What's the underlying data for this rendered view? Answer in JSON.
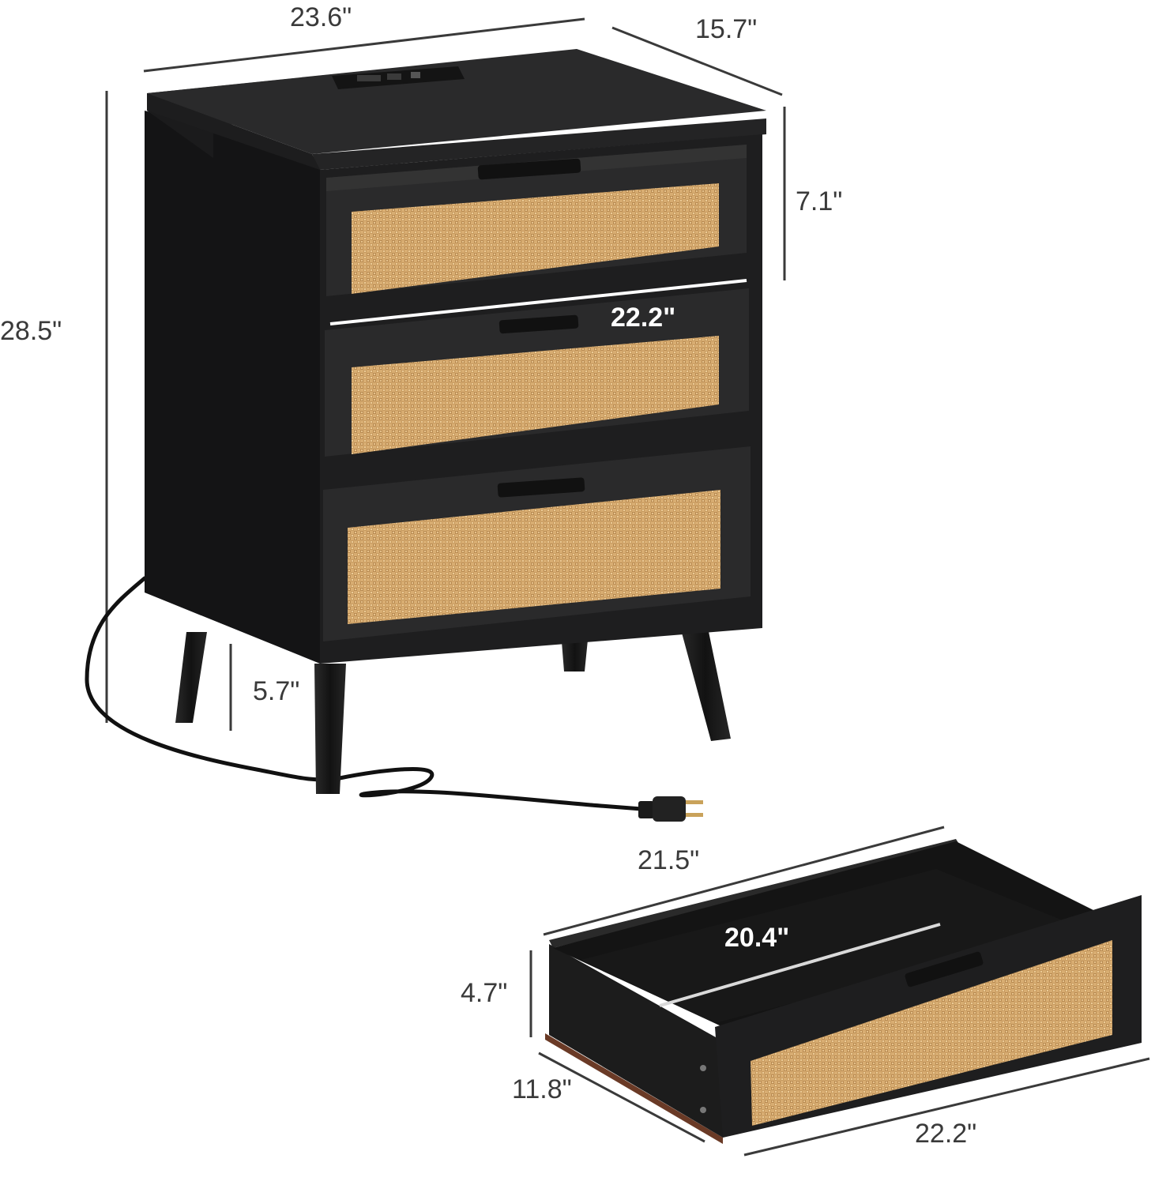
{
  "product": {
    "name": "3-drawer nightstand with charging station",
    "colors": {
      "body": "#1e1e1f",
      "body_side": "#141415",
      "top": "#2a2a2b",
      "rattan": "#d2a66a",
      "rattan_dark": "#9c7440",
      "leg": "#1a1a1a",
      "dim_line": "#3a3a3a",
      "cord": "#111111",
      "plug_prong": "#c9a25a"
    }
  },
  "dimensions": {
    "width": "23.6\"",
    "depth": "15.7\"",
    "height": "28.5\"",
    "drawer_height_top": "7.1\"",
    "drawer_width_inner": "22.2\"",
    "leg_height": "5.7\""
  },
  "drawer_detail": {
    "outer_length": "21.5\"",
    "inner_length": "20.4\"",
    "height": "4.7\"",
    "depth": "11.8\"",
    "front_width": "22.2\""
  },
  "icons": [
    "charging-panel-icon",
    "power-plug-icon"
  ]
}
